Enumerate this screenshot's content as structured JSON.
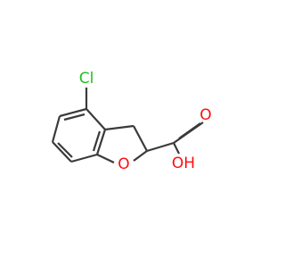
{
  "molecule": {
    "atoms": {
      "chlorine": {
        "label": "Cl",
        "color": "#1fbf1f"
      },
      "ring_oxygen": {
        "label": "O",
        "color": "#ff0d0d"
      },
      "carbonyl_oxygen": {
        "label": "O",
        "color": "#ff0d0d"
      },
      "hydroxyl": {
        "label": "OH",
        "color": "#ff0d0d"
      }
    },
    "bond_color": "#3a3a3a"
  }
}
